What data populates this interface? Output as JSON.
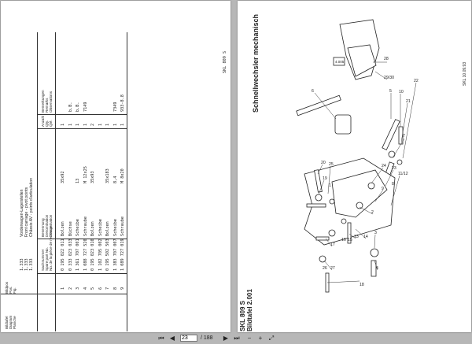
{
  "left_page": {
    "doc_code": "SKL 809 S",
    "section_codes": [
      "1.333",
      "1.333",
      "1.333"
    ],
    "section_titles": [
      "Vorderwagen-Lagerstellen",
      "Front carriage - pivot points",
      "Châssis AV - points d'articulation"
    ],
    "header": {
      "bildtafel": [
        "Bildtafel",
        "Diagram",
        "Planche"
      ],
      "pos": [
        "Bildpos",
        "Pos.",
        "Fig."
      ],
      "sach": [
        "Sachnummer",
        "Spare part No.",
        "No. de la pièce de rechange"
      ],
      "ben": [
        "Benennung",
        "Denomination",
        "Dénomination"
      ],
      "anz": [
        "Anzahl",
        "Qty.",
        "Qté."
      ],
      "bem": [
        "Bemerkungen",
        "Remarks",
        "Observations"
      ]
    },
    "rows": [
      {
        "pos": "1",
        "part": "0 195 022 011",
        "name": "Bolzen",
        "dim": "35x92",
        "qty": "1",
        "remark": ""
      },
      {
        "pos": "2",
        "part": "0 333 023 033",
        "name": "Büchse",
        "dim": "",
        "qty": "1",
        "remark": "b.B."
      },
      {
        "pos": "3",
        "part": "1 361 707 001",
        "name": "Scheibe",
        "dim": "13",
        "qty": "1",
        "remark": "b.B."
      },
      {
        "pos": "4",
        "part": "1 088 727 520",
        "name": "Schraube",
        "dim": "M 12x25",
        "qty": "1",
        "remark": "7149"
      },
      {
        "pos": "5",
        "part": "0 195 023 010",
        "name": "Bolzen",
        "dim": "35x93",
        "qty": "2",
        "remark": ""
      },
      {
        "pos": "6",
        "part": "1 102 705 002",
        "name": "Scheibe",
        "dim": "",
        "qty": "1",
        "remark": ""
      },
      {
        "pos": "7",
        "part": "0 195 502 503",
        "name": "Bolzen",
        "dim": "35x183",
        "qty": "1",
        "remark": ""
      },
      {
        "pos": "8",
        "part": "1 383 707 007",
        "name": "Scheibe",
        "dim": "8,4",
        "qty": "1",
        "remark": "7349"
      },
      {
        "pos": "9",
        "part": "1 089 727 019",
        "name": "Schraube",
        "dim": "M 8x20",
        "qty": "1",
        "remark": "933-8.8"
      }
    ]
  },
  "right_page": {
    "title": "Schnellwechsler mechanisch",
    "model": "SKL 809 S",
    "bildtafel": "Bildtafel 2.001",
    "corner_code": "SKL 10.09.93",
    "box_label": "4.005",
    "callouts": [
      "4.005",
      "6",
      "28",
      "29/30",
      "5",
      "10",
      "21",
      "22",
      "7",
      "23",
      "11/12",
      "24",
      "9",
      "8",
      "20",
      "19",
      "25",
      "1",
      "2",
      "3",
      "13",
      "14",
      "15",
      "16",
      "17",
      "27",
      "26",
      "4",
      "18"
    ]
  },
  "toolbar": {
    "first": "⏮",
    "prev": "◀",
    "current_page": "23",
    "total": "/ 188",
    "next": "▶",
    "last": "⏭",
    "zoom_out": "−",
    "zoom_in": "+",
    "fit": "⤢"
  }
}
